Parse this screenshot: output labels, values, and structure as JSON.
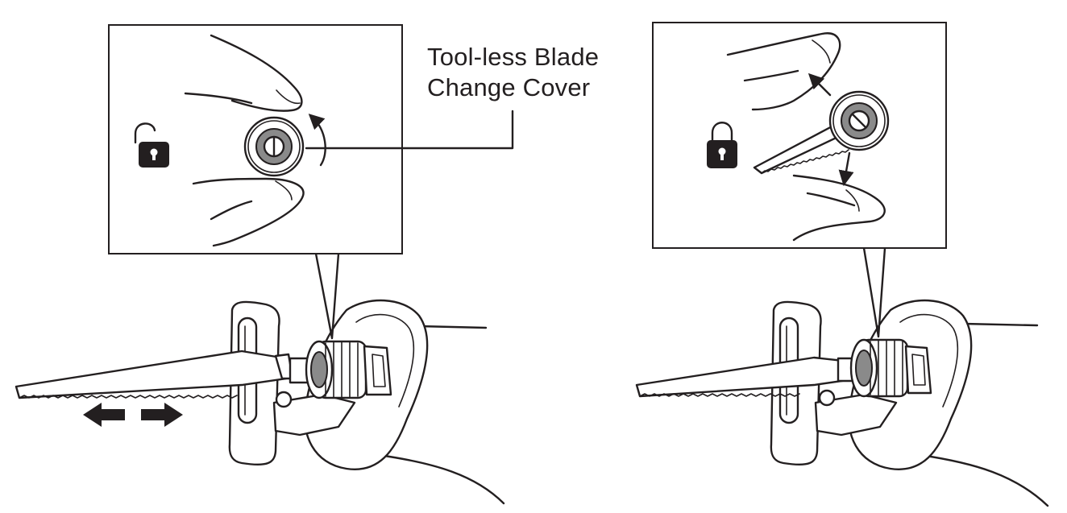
{
  "callout": {
    "line1": "Tool-less Blade",
    "line2": "Change Cover"
  },
  "panels": [
    {
      "state": "unlocked",
      "icon": "unlocked-padlock-icon",
      "motion": "rotate-cover"
    },
    {
      "state": "locked",
      "icon": "locked-padlock-icon",
      "motion": "release-cover"
    }
  ],
  "colors": {
    "ink": "#231f20",
    "paper": "#ffffff",
    "metal": "#8a8a8a"
  }
}
